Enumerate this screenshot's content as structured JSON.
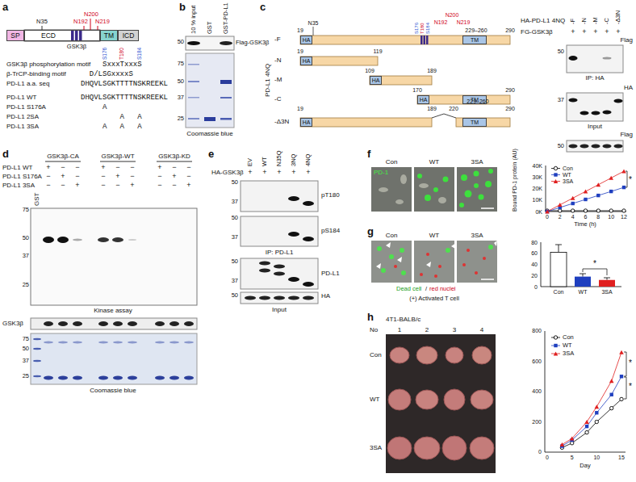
{
  "diagram": {
    "nodes": [
      {
        "text": [
          "SP"
        ]
      },
      {
        "text": [
          "ECD"
        ]
      },
      {
        "text": [
          "TM"
        ]
      },
      {
        "text": [
          "ICD"
        ]
      },
      {
        "text": [
          "HA"
        ]
      },
      {
        "text": [
          "TM"
        ]
      },
      {
        "text": [
          "HA"
        ]
      },
      {
        "text": [
          "HA"
        ]
      },
      {
        "text": [
          "HA"
        ]
      },
      {
        "text": [
          "TM"
        ]
      },
      {
        "text": [
          "HA"
        ]
      },
      {
        "text": [
          "TM"
        ]
      }
    ],
    "labels": [
      "a",
      "b",
      "c",
      "d",
      "e",
      "f",
      "g",
      "h",
      "N35",
      "N192",
      "N200",
      "N219",
      "GSK3β",
      "GSK3β phosphorylation motif",
      "S176",
      "T180",
      "S184",
      "SxxxTxxxS",
      "β-TrCP-binding motif",
      "D/LSGxxxxS",
      "PD-L1 a.a. seq",
      "DHQVLSGKTTTTNSKREEKL",
      "PD-L1 WT",
      "DHQVLSGKTTTTNSKREEKL",
      "PD-L1 S176A",
      "A",
      "PD-L1 2SA",
      "A",
      "A",
      "PD-L1 3SA",
      "A",
      "A",
      "A",
      "10 % input",
      "GST",
      "GST-PD-L1",
      "50",
      "Flag-GSK3β",
      "75",
      "50",
      "37",
      "25",
      "Coomassie blue",
      "PD-L1 4NQ",
      "-F",
      "19",
      "N35",
      "S176",
      "T180",
      "S184",
      "N192",
      "N200",
      "N219",
      "229–260",
      "290",
      "-N",
      "19",
      "119",
      "-M",
      "109",
      "189",
      "-C",
      "170",
      "290",
      "-Δ3N",
      "19",
      "189",
      "220",
      "229–260",
      "290",
      "HA-PD-L1 4NQ",
      "-F",
      "-N",
      "-M",
      "-C",
      "-Δ3N",
      "FG-GSK3β",
      "+",
      "+",
      "+",
      "+",
      "+",
      "Flag",
      "50",
      "IP: HA",
      "HA",
      "37",
      "Input",
      "Flag",
      "50",
      "GSK3β-CA",
      "GSK3β-WT",
      "GSK3β-KD",
      "PD-L1 WT",
      "PD-L1 S176A",
      "PD-L1 3SA",
      "GST",
      "+",
      "−",
      "−",
      "+",
      "−",
      "−",
      "+",
      "−",
      "−",
      "−",
      "+",
      "−",
      "−",
      "+",
      "−",
      "−",
      "+",
      "−",
      "−",
      "−",
      "+",
      "−",
      "−",
      "+",
      "−",
      "−",
      "+",
      "75",
      "50",
      "37",
      "25",
      "Kinase assay",
      "GSK3β",
      "75",
      "50",
      "37",
      "25",
      "Coomassie blue",
      "EV",
      "WT",
      "N35Q",
      "3NQ",
      "4NQ",
      "HA-GSK3β",
      "+",
      "+",
      "+",
      "+",
      "+",
      "50",
      "37",
      "pT180",
      "50",
      "37",
      "pS184",
      "IP: PD-L1",
      "50",
      "37",
      "PD-L1",
      "50",
      "HA",
      "Input",
      "Con",
      "WT",
      "3SA",
      "PD-1",
      "Bound PD-1 protein (AU)",
      "40K",
      "30K",
      "20K",
      "10K",
      "0K",
      "0",
      "2",
      "4",
      "6",
      "8",
      "10",
      "12",
      "Time (h)",
      "*",
      "Con",
      "WT",
      "3SA",
      "Dead cell",
      "/",
      "red nuclei",
      "(+) Activated T cell",
      "80",
      "60",
      "40",
      "20",
      "0",
      "Con",
      "WT",
      "3SA",
      "*",
      "4T1-BALB/c",
      "No",
      "1",
      "2",
      "3",
      "4",
      "Con",
      "WT",
      "3SA",
      "800",
      "600",
      "400",
      "200",
      "0",
      "0",
      "5",
      "10",
      "15",
      "Day",
      "*",
      "*"
    ],
    "legend": [
      {
        "text": "Con"
      },
      {
        "text": "WT"
      },
      {
        "text": "3SA"
      },
      {
        "text": "Con"
      },
      {
        "text": "WT"
      },
      {
        "text": "3SA"
      }
    ]
  }
}
